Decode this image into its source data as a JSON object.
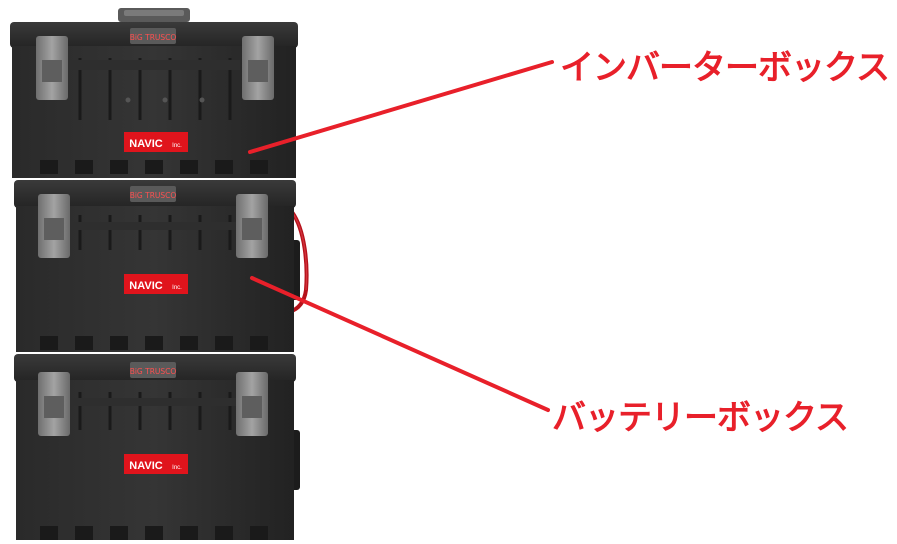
{
  "colors": {
    "accent_red": "#e8202a",
    "box_dark": "#262626",
    "box_mid": "#333333",
    "latch_metal": "#8a8a8a",
    "cable_red": "#c0141e"
  },
  "callouts": {
    "inverter_box": "インバーターボックス",
    "battery_box": "バッテリーボックス"
  },
  "boxes": {
    "top": {
      "brand": "BiG TRUSCO",
      "badge_main": "NAVIC",
      "badge_sub": "Inc."
    },
    "middle": {
      "brand": "BiG TRUSCO",
      "badge_main": "NAVIC",
      "badge_sub": "Inc."
    },
    "bottom": {
      "brand": "BiG TRUSCO",
      "badge_main": "NAVIC",
      "badge_sub": "Inc."
    }
  }
}
